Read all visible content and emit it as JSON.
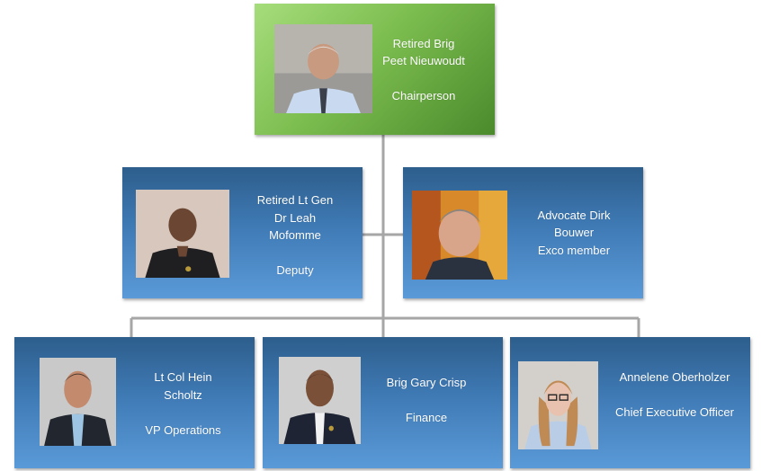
{
  "org_chart": {
    "chair": {
      "lines": [
        "Retired Brig",
        "Peet Nieuwoudt"
      ],
      "role": "Chairperson",
      "photo": "portrait-photo"
    },
    "deputy": {
      "lines": [
        "Retired Lt Gen",
        "Dr Leah",
        "Mofomme"
      ],
      "role": "Deputy",
      "photo": "portrait-photo"
    },
    "exco": {
      "lines": [
        "Advocate Dirk",
        "Bouwer",
        "Exco member"
      ],
      "photo": "portrait-photo"
    },
    "vp_ops": {
      "lines": [
        "Lt Col Hein",
        "Scholtz"
      ],
      "role": "VP Operations",
      "photo": "portrait-photo"
    },
    "finance": {
      "lines": [
        "Brig Gary Crisp"
      ],
      "role": "Finance",
      "photo": "portrait-photo"
    },
    "ceo": {
      "lines": [
        "Annelene Oberholzer"
      ],
      "role": "Chief Executive Officer",
      "photo": "portrait-photo"
    }
  },
  "colors": {
    "connector": "#a6a6a6",
    "chair_box": "#7cbd4f",
    "member_box": "#3f7ab5"
  }
}
